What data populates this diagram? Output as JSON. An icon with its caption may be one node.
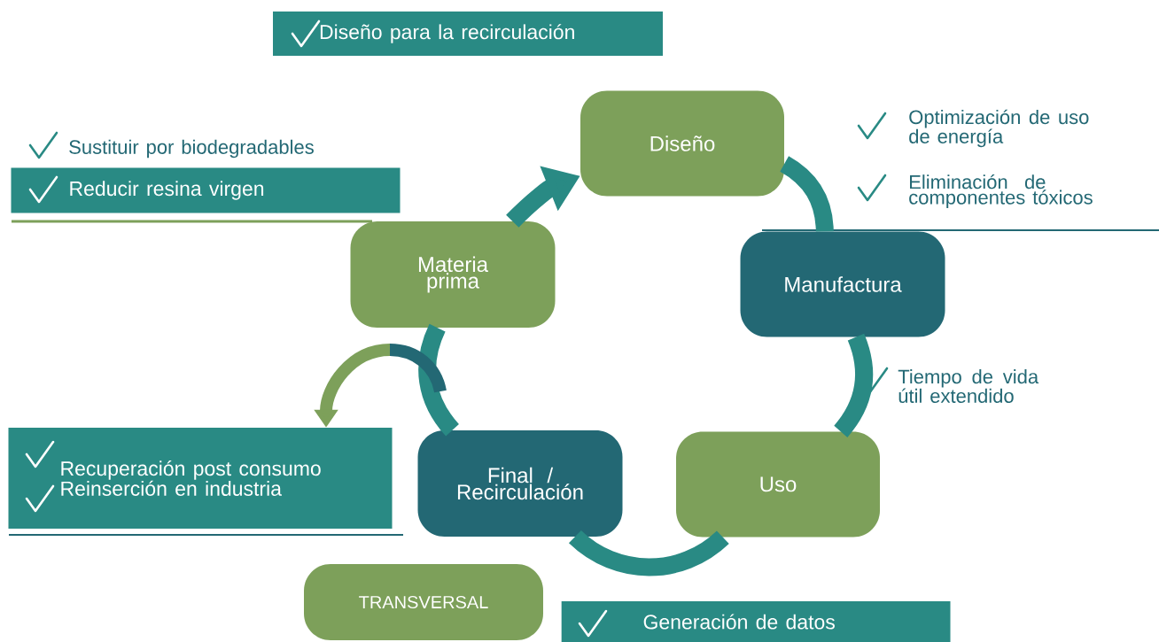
{
  "diagram": {
    "nodes": [
      {
        "text": [
          "Diseño"
        ]
      },
      {
        "text": [
          "Manufactura"
        ]
      },
      {
        "text": [
          "Uso"
        ]
      },
      {
        "text": [
          "Final / Recirculación"
        ]
      },
      {
        "text": [
          "Materia prima"
        ]
      },
      {
        "text": [
          "TRANSVERSAL"
        ]
      },
      {
        "text": [
          "Diseño para la recirculación"
        ]
      },
      {
        "text": [
          "Reducir resina virgen"
        ]
      },
      {
        "text": [
          "Recuperación post consumo",
          "Reinserción en industria"
        ]
      },
      {
        "text": [
          "Generación de datos"
        ]
      }
    ],
    "edges": [
      {
        "from": 0,
        "to": 1,
        "arrow": "none"
      },
      {
        "from": 1,
        "to": 2,
        "arrow": "none"
      },
      {
        "from": 2,
        "to": 3,
        "arrow": "none"
      },
      {
        "from": 3,
        "to": 4,
        "arrow": "none"
      },
      {
        "from": 4,
        "to": 0,
        "arrow": "to"
      },
      {
        "from": null,
        "to": 8,
        "arrow": "to",
        "color": "#7da05a"
      }
    ],
    "labels": [
      "Sustituir por biodegradables",
      "Optimización de uso de energía",
      "Eliminación de componentes tóxicos",
      "Tiempo de vida útil extendido"
    ]
  }
}
